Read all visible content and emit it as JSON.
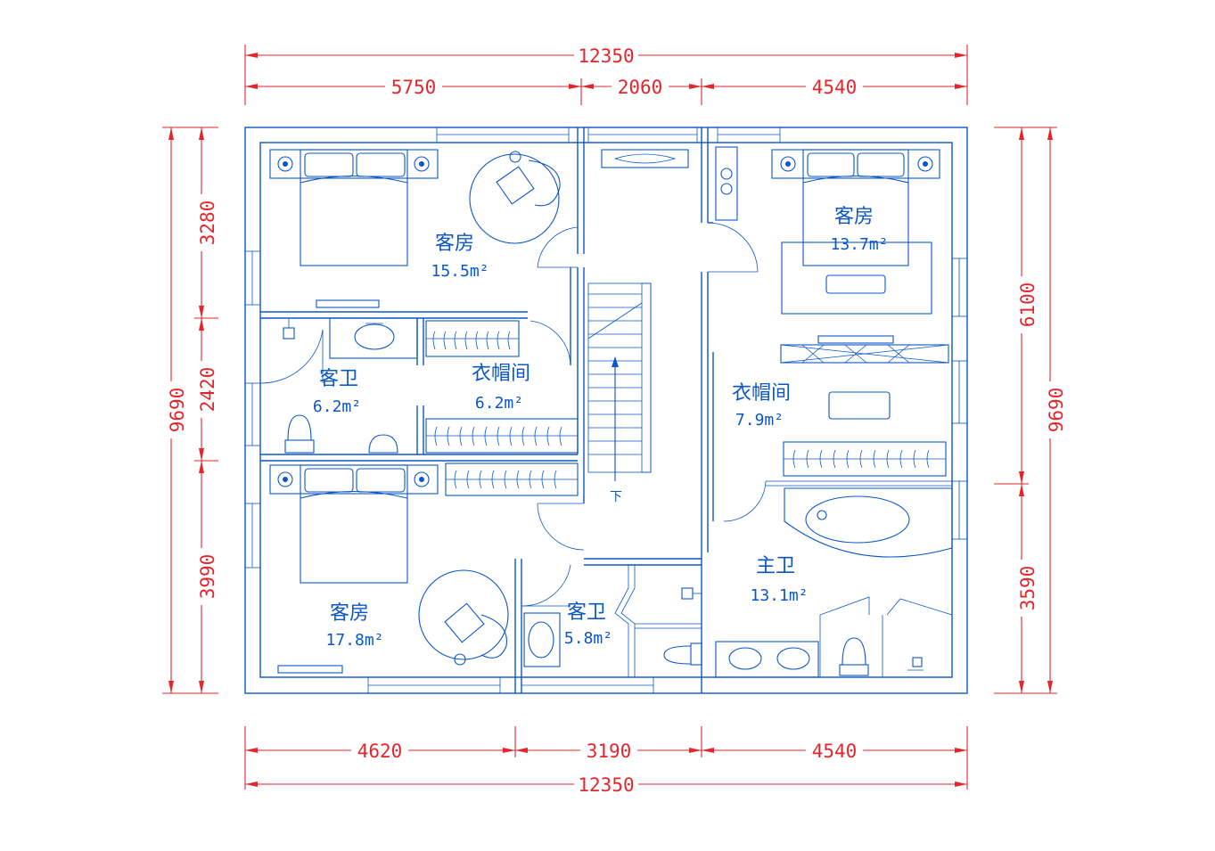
{
  "colors": {
    "plan": "#0b56c8",
    "dimension": "#e3262b"
  },
  "dimensions": {
    "top_total": "12350",
    "top_segments": [
      "5750",
      "2060",
      "4540"
    ],
    "bottom_segments": [
      "4620",
      "3190",
      "4540"
    ],
    "bottom_total": "12350",
    "left_total": "9690",
    "left_segments": [
      "3280",
      "2420",
      "3990"
    ],
    "right_total": "9690",
    "right_segments": [
      "6100",
      "3590"
    ]
  },
  "rooms": {
    "guest_tl": {
      "name": "客房",
      "area": "15.5m²"
    },
    "bath_left": {
      "name": "客卫",
      "area": "6.2m²"
    },
    "closet_left": {
      "name": "衣帽间",
      "area": "6.2m²"
    },
    "guest_bl": {
      "name": "客房",
      "area": "17.8m²"
    },
    "bath_mid": {
      "name": "客卫",
      "area": "5.8m²"
    },
    "guest_tr": {
      "name": "客房",
      "area": "13.7m²"
    },
    "closet_right": {
      "name": "衣帽间",
      "area": "7.9m²"
    },
    "master_bath": {
      "name": "主卫",
      "area": "13.1m²"
    }
  },
  "stair": {
    "direction_label": "下"
  }
}
